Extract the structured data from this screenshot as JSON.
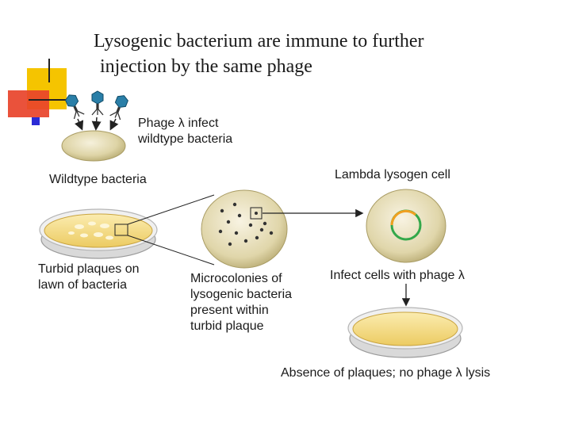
{
  "title": {
    "line1": "Lysogenic bacterium are immune to further",
    "line2": "injection by the same phage"
  },
  "labels": {
    "phage_infect": [
      "Phage λ infect",
      "wildtype bacteria"
    ],
    "wildtype": "Wildtype bacteria",
    "turbid_plaques": [
      "Turbid plaques on",
      "lawn of bacteria"
    ],
    "microcolonies": [
      "Microcolonies of",
      "lysogenic bacteria",
      "present within",
      "turbid plaque"
    ],
    "lysogen": "Lambda lysogen cell",
    "infect_cells": "Infect cells with phage λ",
    "absence": "Absence of plaques; no phage λ lysis"
  },
  "colors": {
    "decor_yellow": "#f5c400",
    "decor_red": "#e8432a",
    "decor_blue": "#2b2bd6",
    "cell": "#ded4a6",
    "agar": "#f4dc8a",
    "dish_rim": "#c8c8c8",
    "phage": "#2a7fa8",
    "prophage_ring_orange": "#f0a020",
    "prophage_ring_green": "#33a84a"
  },
  "icons": [
    "phage-icon",
    "bacterium-cell-icon",
    "petri-dish-icon",
    "lysogen-cell-icon",
    "arrow-icon"
  ]
}
